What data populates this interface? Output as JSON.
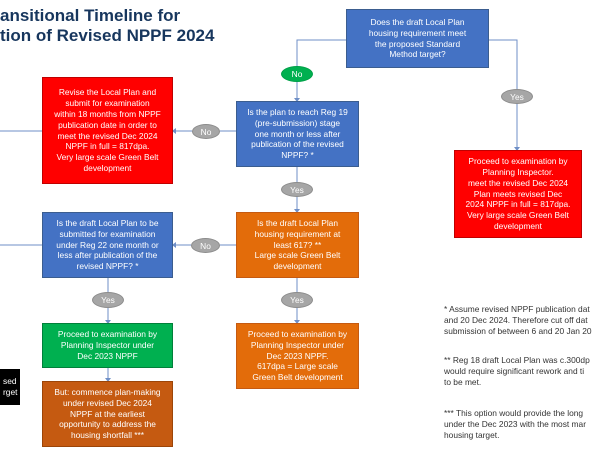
{
  "title": {
    "line1": "ansitional Timeline for",
    "line2": "tion of Revised NPPF 2024"
  },
  "boxes": {
    "q_standard_method": "Does the draft Local Plan\nhousing requirement meet\nthe proposed Standard\nMethod target?",
    "q_reg19": "Is the plan to reach Reg 19\n(pre-submission) stage\none month or less after\npublication of the revised\nNPPF? *",
    "revise_local_plan": "Revise the Local Plan and\nsubmit for examination\nwithin 18 months from NPPF\npublication date in order to\nmeet the revised Dec 2024\nNPPF in full = 817dpa.\nVery large scale Green Belt\ndevelopment",
    "proceed_inspector_right": "Proceed to examination by\nPlanning Inspector.\nmeet the revised Dec 2024\nPlan meets revised Dec\n2024 NPPF in full = 817dpa.\nVery large scale Green Belt\ndevelopment",
    "q_reg22": "Is the draft Local Plan to be\nsubmitted for examination\nunder Reg 22 one month or\nless after publication of the\nrevised NPPF? *",
    "q_617": "Is the draft Local Plan\nhousing requirement at\nleast 617? **\nLarge scale Green Belt\ndevelopment",
    "proceed_2023_green": "Proceed to examination by\nPlanning Inspector under\nDec 2023 NPPF",
    "proceed_2023_orange": "Proceed to examination by\nPlanning Inspector under\nDec 2023 NPPF.\n617dpa = Large scale\nGreen Belt development",
    "commence_plan": "But: commence plan-making\nunder revised Dec 2024\nNPPF at the earliest\nopportunity to address the\nhousing shortfall ***",
    "black_partial": "sed\nrget"
  },
  "pills": {
    "no_top": "No",
    "yes_right": "Yes",
    "no_reg19": "No",
    "yes_reg19": "Yes",
    "no_reg22": "No",
    "yes_reg22": "Yes",
    "yes_617": "Yes"
  },
  "notes": {
    "n1_a": "* Assume revised NPPF publication dat",
    "n1_b": "and 20 Dec 2024. Therefore cut off dat",
    "n1_c": "submission of between 6 and 20 Jan 20",
    "n2_a": "** Reg 18 draft Local Plan was c.300dp",
    "n2_b": "would require significant rework and ti",
    "n2_c": "to be met.",
    "n3_a": "*** This option would provide the long",
    "n3_b": "under the Dec 2023 with the most mar",
    "n3_c": "housing target."
  },
  "colors": {
    "blue": "#4472c4",
    "red": "#ff0000",
    "orange": "#e36c0a",
    "green": "#00b050",
    "brown": "#c55a11",
    "title": "#17365d"
  }
}
